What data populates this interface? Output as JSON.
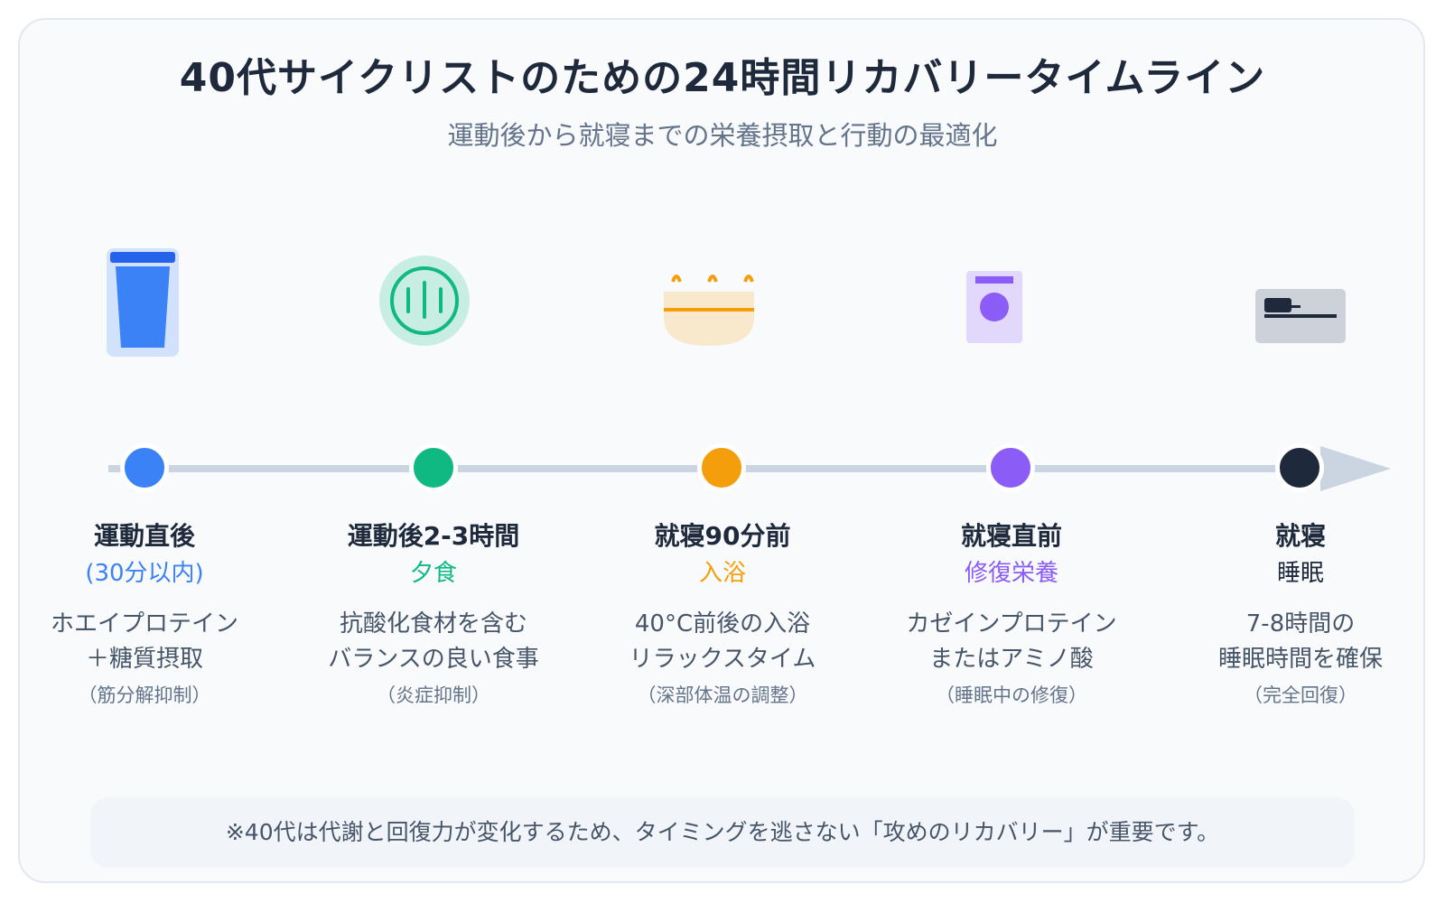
{
  "header": {
    "title": "40代サイクリストのための24時間リカバリータイムライン",
    "subtitle": "運動後から就寝までの栄養摂取と行動の最適化"
  },
  "colors": {
    "blue": "#3b82f6",
    "green": "#10b981",
    "orange": "#f59e0b",
    "purple": "#8b5cf6",
    "navy": "#1e293b",
    "line": "#cbd5e1"
  },
  "timeline": {
    "steps": [
      {
        "icon": "protein-shake-cup-icon",
        "name": "運動直後",
        "sub": "(30分以内)",
        "desc1": "ホエイプロテイン",
        "desc2": "＋糖質摂取",
        "note": "（筋分解抑制）",
        "color": "#3b82f6"
      },
      {
        "icon": "dinner-plate-icon",
        "name": "運動後2-3時間",
        "sub": "夕食",
        "desc1": "抗酸化食材を含む",
        "desc2": "バランスの良い食事",
        "note": "（炎症抑制）",
        "color": "#10b981"
      },
      {
        "icon": "bathtub-steam-icon",
        "name": "就寝90分前",
        "sub": "入浴",
        "desc1": "40°C前後の入浴",
        "desc2": "リラックスタイム",
        "note": "（深部体温の調整）",
        "color": "#f59e0b"
      },
      {
        "icon": "supplement-jar-icon",
        "name": "就寝直前",
        "sub": "修復栄養",
        "desc1": "カゼインプロテイン",
        "desc2": "またはアミノ酸",
        "note": "（睡眠中の修復）",
        "color": "#8b5cf6"
      },
      {
        "icon": "bed-icon",
        "name": "就寝",
        "sub": "睡眠",
        "desc1": "7-8時間の",
        "desc2": "睡眠時間を確保",
        "note": "（完全回復）",
        "color": "#1e293b"
      }
    ]
  },
  "footer": {
    "text": "※40代は代謝と回復力が変化するため、タイミングを逃さない「攻めのリカバリー」が重要です。"
  }
}
